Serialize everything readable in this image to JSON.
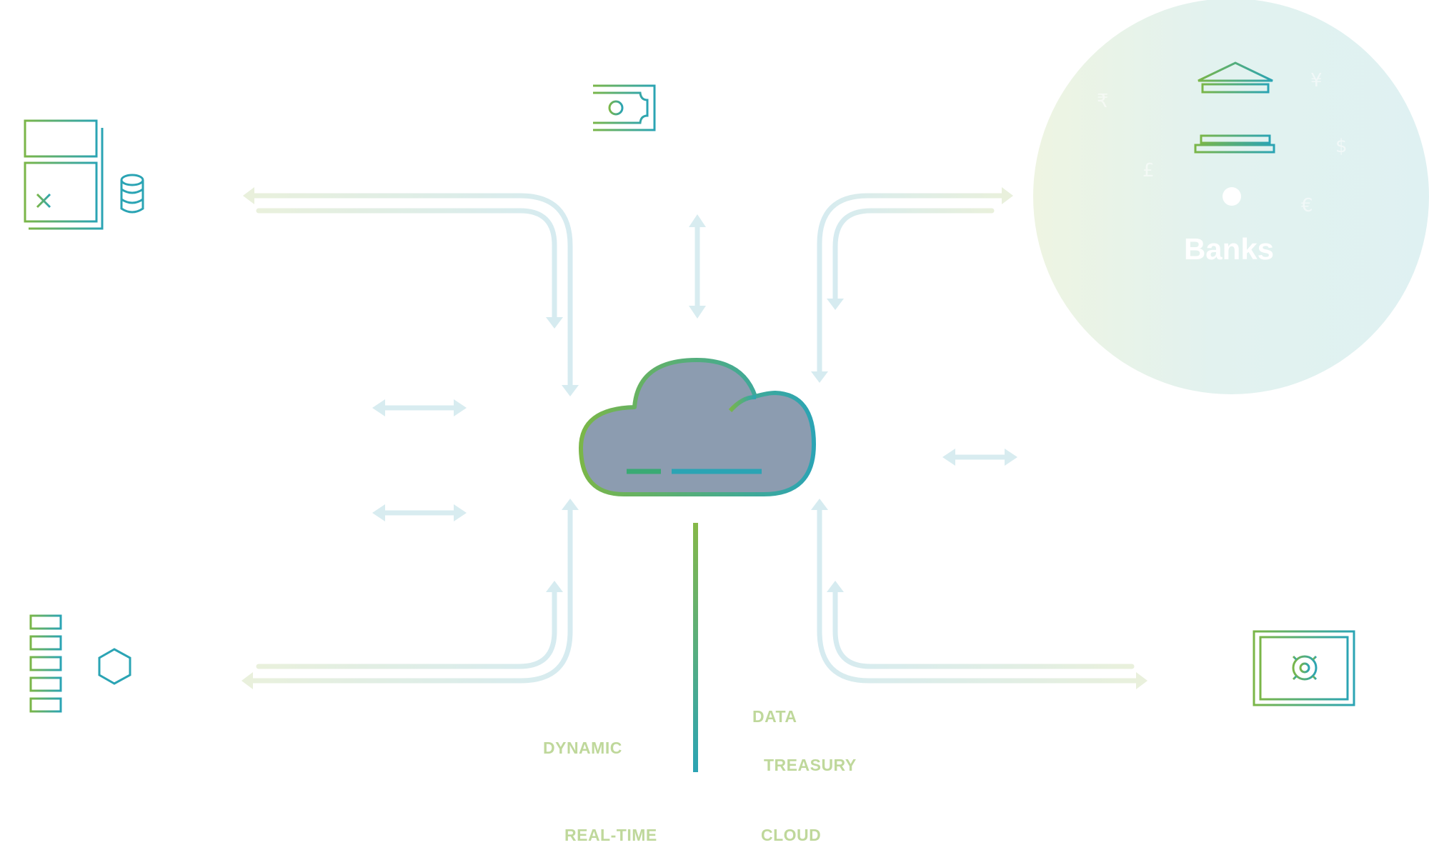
{
  "colors": {
    "accent_green": "#7ab648",
    "accent_teal": "#2ba4b4",
    "arrow_blue": "#d8ecf0",
    "arrow_green": "#e8f0dc",
    "cloud_fill": "#8c9cb0",
    "keyword_color": "#bfd89b",
    "bank_circle": "#e0f2f2"
  },
  "banks": {
    "label": "Banks",
    "icon": "bank-building-icon"
  },
  "currency_symbols": [
    "₹",
    "¥",
    "£",
    "$",
    "€"
  ],
  "keywords": {
    "data": "DATA",
    "dynamic": "DYNAMIC",
    "treasury": "TREASURY",
    "real_time": "REAL-TIME",
    "cloud": "CLOUD"
  },
  "icons": {
    "top_center": "banknote-icon",
    "top_left": "calculator-icon",
    "top_left_secondary": "coin-stack-icon",
    "bottom_left": "ledger-rows-icon",
    "bottom_left_secondary": "hexagon-icon",
    "bottom_right": "vault-safe-icon",
    "center": "cloud-icon"
  }
}
